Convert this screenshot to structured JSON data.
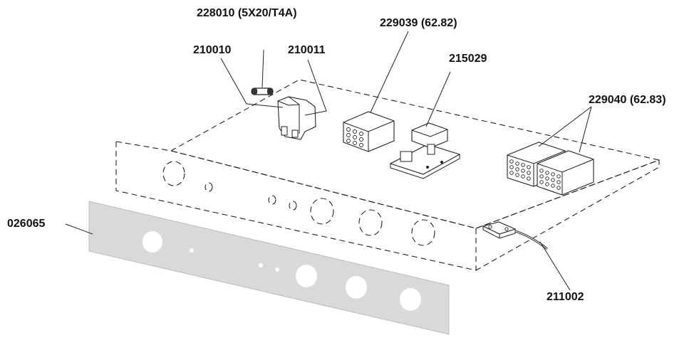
{
  "labels": {
    "fuse": "228010 (5X20/T4A)",
    "fuse_holder_left": "210010",
    "fuse_holder_right": "210011",
    "relay_small": "229039 (62.82)",
    "pcb": "215029",
    "relays_pair": "229040 (62.83)",
    "front_panel": "026065",
    "sensor": "211002"
  },
  "colors": {
    "panel_fill": "#d9d9d9",
    "line": "#222222"
  }
}
